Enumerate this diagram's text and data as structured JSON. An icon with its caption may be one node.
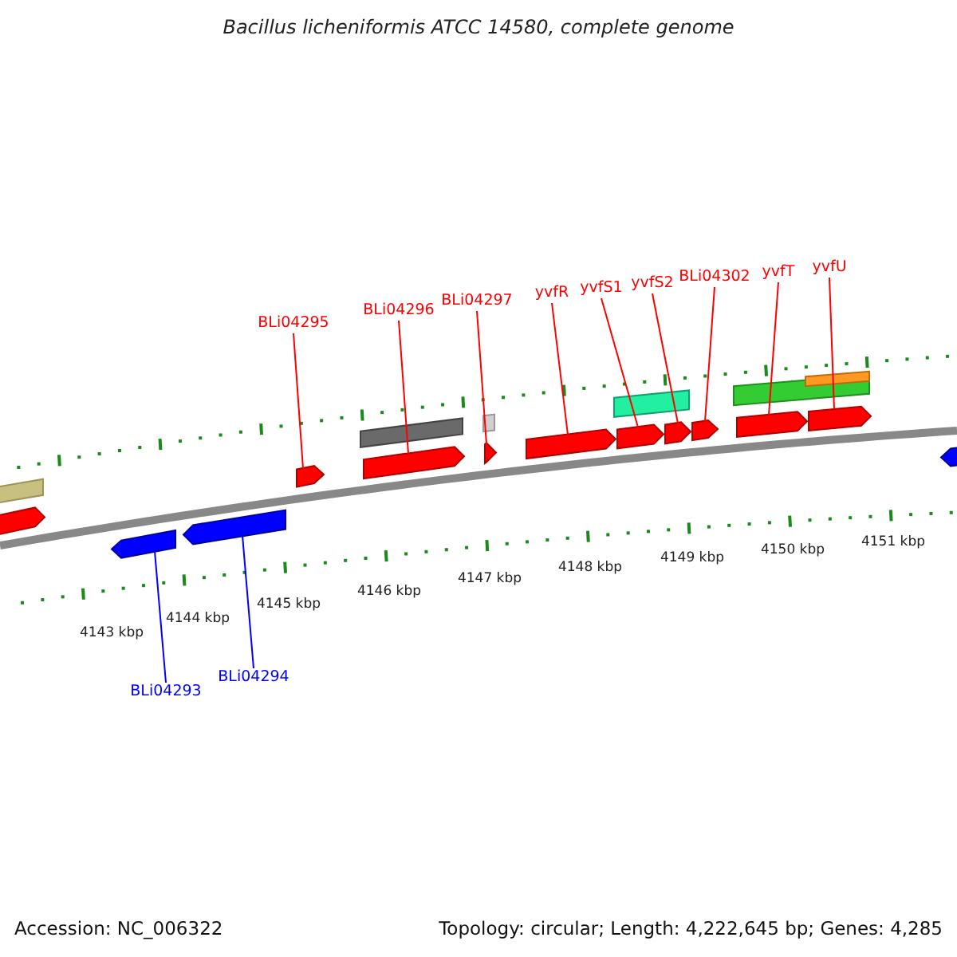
{
  "diagram": {
    "title": "Bacillus licheniformis ATCC 14580, complete genome",
    "nodes": [
      {
        "text": [
          "BLi04295"
        ]
      },
      {
        "text": [
          "BLi04296"
        ]
      },
      {
        "text": [
          "BLi04297"
        ]
      },
      {
        "text": [
          "yvfR"
        ]
      },
      {
        "text": [
          "yvfS1"
        ]
      },
      {
        "text": [
          "yvfS2"
        ]
      },
      {
        "text": [
          "BLi04302"
        ]
      },
      {
        "text": [
          "yvfT"
        ]
      },
      {
        "text": [
          "yvfU"
        ]
      },
      {
        "text": [
          "BLi04293"
        ]
      },
      {
        "text": [
          "BLi04294"
        ]
      },
      {
        "text": [],
        "shape": "arrow"
      },
      {
        "text": [],
        "shape": "arrow"
      },
      {
        "text": [],
        "shape": "arrow"
      },
      {
        "text": [],
        "shape": "arrow"
      },
      {
        "text": [],
        "shape": "arrow"
      },
      {
        "text": [],
        "shape": "arrow"
      },
      {
        "text": [],
        "shape": "arrow"
      },
      {
        "text": [],
        "shape": "arrow"
      },
      {
        "text": [],
        "shape": "arrow"
      },
      {
        "text": [],
        "shape": "arrow"
      },
      {
        "text": [],
        "shape": "arrow"
      },
      {
        "text": [],
        "shape": "bar"
      },
      {
        "text": [],
        "shape": "arrow"
      },
      {
        "text": [],
        "shape": "bar"
      },
      {
        "text": [],
        "shape": "bar"
      },
      {
        "text": [],
        "shape": "bar"
      },
      {
        "text": [],
        "shape": "bar"
      },
      {
        "text": [],
        "shape": "bar"
      },
      {
        "text": [],
        "shape": "arrow"
      }
    ],
    "edges": [
      {
        "from": 0,
        "to": 13,
        "arrow": "none"
      },
      {
        "from": 1,
        "to": 14,
        "arrow": "none"
      },
      {
        "from": 2,
        "to": 15,
        "arrow": "none"
      },
      {
        "from": 3,
        "to": 16,
        "arrow": "none"
      },
      {
        "from": 4,
        "to": 17,
        "arrow": "none"
      },
      {
        "from": 5,
        "to": 18,
        "arrow": "none"
      },
      {
        "from": 6,
        "to": 19,
        "arrow": "none"
      },
      {
        "from": 7,
        "to": 20,
        "arrow": "none"
      },
      {
        "from": 8,
        "to": 21,
        "arrow": "none"
      },
      {
        "from": 9,
        "to": 11,
        "arrow": "none",
        "color": "#0000ff"
      },
      {
        "from": 10,
        "to": 12,
        "arrow": "none",
        "color": "#0000ff"
      }
    ],
    "labels": [
      "4143 kbp",
      "4144 kbp",
      "4145 kbp",
      "4146 kbp",
      "4147 kbp",
      "4148 kbp",
      "4149 kbp",
      "4150 kbp",
      "4151 kbp",
      "Accession: NC_006322",
      "Topology: circular; Length: 4,222,645 bp; Genes: 4,285"
    ]
  }
}
